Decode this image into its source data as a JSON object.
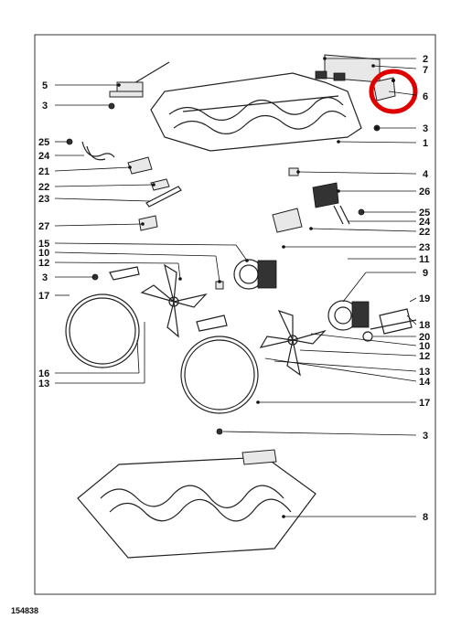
{
  "diagram": {
    "code": "154838",
    "labels": {
      "l2": "2",
      "l7": "7",
      "l6": "6",
      "l3a": "3",
      "l1": "1",
      "l4": "4",
      "l26": "26",
      "l25r": "25",
      "l24r": "24",
      "l22r": "22",
      "l23r": "23",
      "l11": "11",
      "l9": "9",
      "l19": "19",
      "l18": "18",
      "l20": "20",
      "l10r": "10",
      "l12r": "12",
      "l13r": "13",
      "l14": "14",
      "l17r": "17",
      "l3b": "3",
      "l8": "8",
      "l5": "5",
      "l3c": "3",
      "l25l": "25",
      "l24l": "24",
      "l21": "21",
      "l22l": "22",
      "l23l": "23",
      "l27": "27",
      "l15": "15",
      "l10l": "10",
      "l12l": "12",
      "l3d": "3",
      "l17l": "17",
      "l16": "16",
      "l13l": "13"
    },
    "highlight_color": "#e00000",
    "line_color": "#111111"
  }
}
